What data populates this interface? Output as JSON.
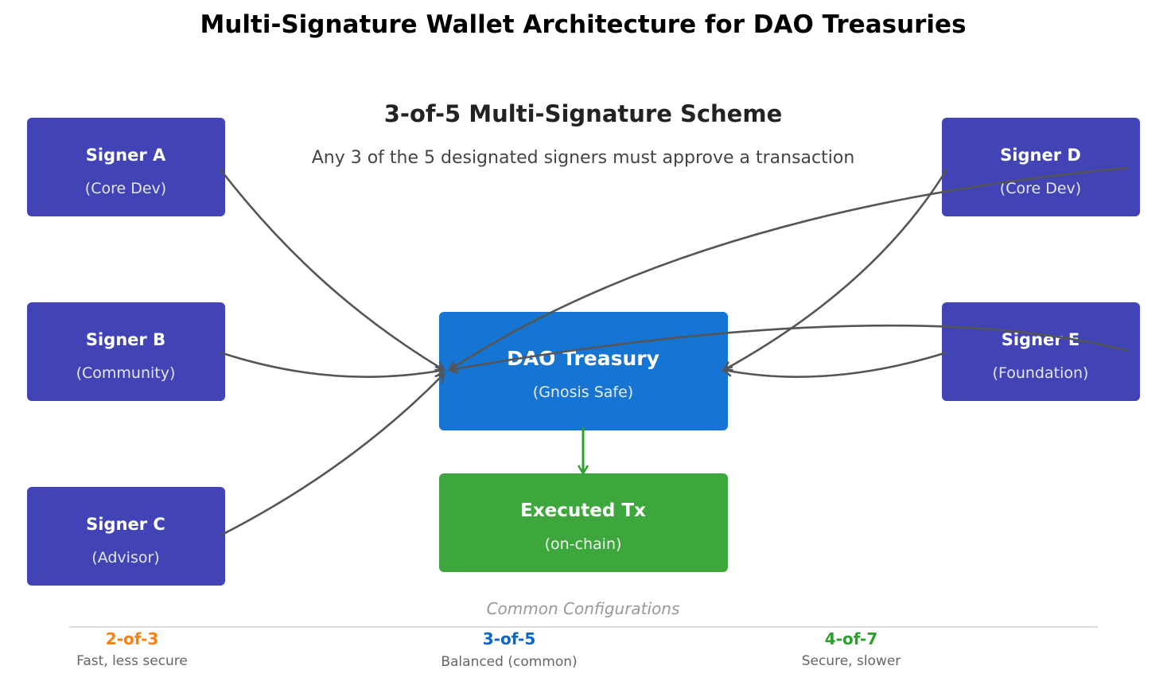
{
  "title": "Multi-Signature Wallet Architecture for DAO Treasuries",
  "scheme_title": "3-of-5 Multi-Signature Scheme",
  "scheme_subtitle": "Any 3 of the 5 designated signers must approve a transaction",
  "colors": {
    "signer": "#4243b5",
    "treasury": "#1674d2",
    "executed": "#3da63d",
    "edge": "#555555",
    "exec_edge": "#2ca02c"
  },
  "signers": [
    {
      "name": "Signer A",
      "role": "(Core Dev)"
    },
    {
      "name": "Signer B",
      "role": "(Community)"
    },
    {
      "name": "Signer C",
      "role": "(Advisor)"
    },
    {
      "name": "Signer D",
      "role": "(Core Dev)"
    },
    {
      "name": "Signer E",
      "role": "(Foundation)"
    }
  ],
  "treasury": {
    "name": "DAO Treasury",
    "sub": "(Gnosis Safe)"
  },
  "executed": {
    "name": "Executed Tx",
    "sub": "(on-chain)"
  },
  "configs_title": "Common Configurations",
  "configs": [
    {
      "label": "2-of-3",
      "desc": "Fast, less secure",
      "color": "#ff7f0e"
    },
    {
      "label": "3-of-5",
      "desc": "Balanced (common)",
      "color": "#0a66c8"
    },
    {
      "label": "4-of-7",
      "desc": "Secure, slower",
      "color": "#2ca02c"
    }
  ]
}
